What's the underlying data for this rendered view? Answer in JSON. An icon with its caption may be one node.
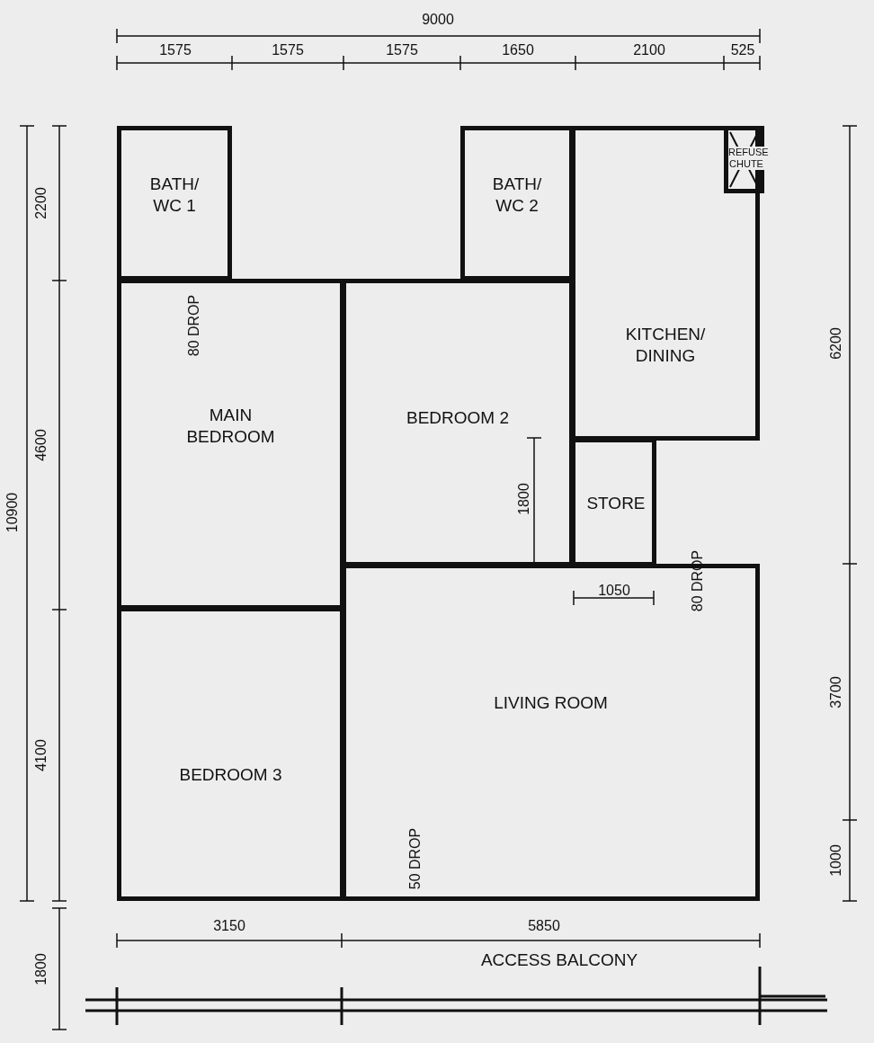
{
  "diagram": {
    "nodes": [
      {
        "text": [
          "BATH/ WC 1"
        ]
      },
      {
        "text": [
          "BATH/ WC 2"
        ]
      },
      {
        "text": [
          "KITCHEN/ DINING"
        ]
      },
      {
        "text": [
          "REFUSE CHUTE"
        ],
        "in": 2
      },
      {
        "text": [
          "MAIN BEDROOM"
        ]
      },
      {
        "text": [
          "BEDROOM 2"
        ]
      },
      {
        "text": [
          "STORE"
        ]
      },
      {
        "text": [
          "LIVING ROOM"
        ]
      },
      {
        "text": [
          "BEDROOM 3"
        ]
      }
    ],
    "labels": [
      "9000",
      "1575",
      "1575",
      "1575",
      "1650",
      "2100",
      "525",
      "2200",
      "6200",
      "80 DROP",
      "4600",
      "10900",
      "1800",
      "1050",
      "80 DROP",
      "3700",
      "4100",
      "1000",
      "50 DROP",
      "3150",
      "5850",
      "ACCESS BALCONY",
      "1800"
    ]
  }
}
